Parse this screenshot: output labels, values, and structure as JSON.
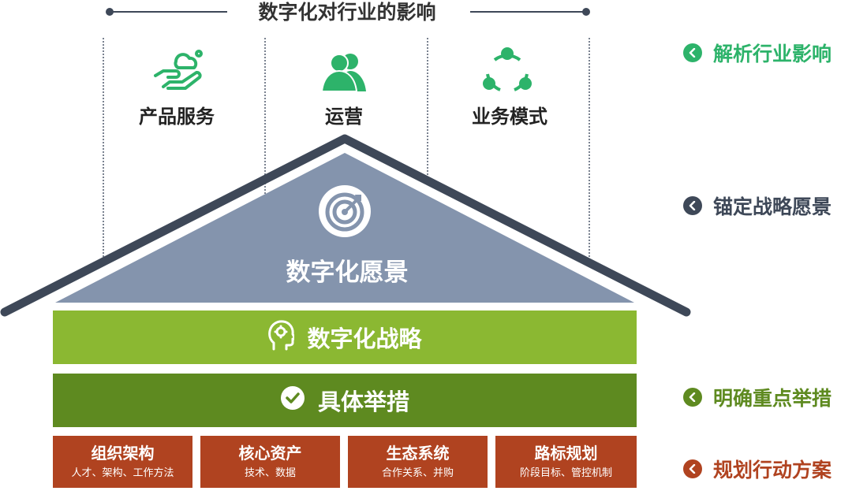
{
  "header": {
    "title": "数字化对行业的影响"
  },
  "impacts": [
    {
      "label": "产品服务",
      "icon": "hand-cloud-icon"
    },
    {
      "label": "运营",
      "icon": "users-icon"
    },
    {
      "label": "业务模式",
      "icon": "network-icon"
    }
  ],
  "roof": {
    "label": "数字化愿景",
    "icon": "target-icon"
  },
  "strategy": {
    "label": "数字化战略",
    "icon": "brain-head-icon"
  },
  "measures": {
    "label": "具体举措",
    "icon": "check-circle-icon"
  },
  "actions": [
    {
      "title": "组织架构",
      "sub": "人才、架构、工作方法"
    },
    {
      "title": "核心资产",
      "sub": "技术、数据"
    },
    {
      "title": "生态系统",
      "sub": "合作关系、并购"
    },
    {
      "title": "路标规划",
      "sub": "阶段目标、管控机制"
    }
  ],
  "side_steps": [
    {
      "label": "解析行业影响",
      "color": "#2db36a"
    },
    {
      "label": "锚定战略愿景",
      "color": "#3e4858"
    },
    {
      "label": "明确重点举措",
      "color": "#5e8a20"
    },
    {
      "label": "规划行动方案",
      "color": "#b04320"
    }
  ],
  "colors": {
    "green_icon": "#2db36a",
    "roof_dark": "#3e4858",
    "roof_fill": "#8494ad",
    "strategy_green": "#8bb832",
    "measures_green": "#5e8a20",
    "action_red": "#b04320"
  }
}
